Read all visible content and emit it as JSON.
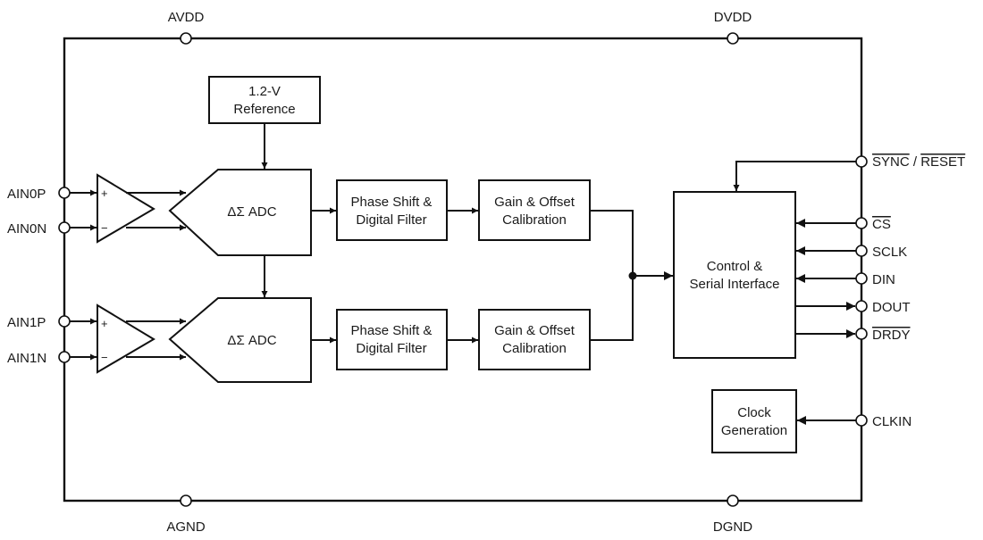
{
  "pins": {
    "avdd": "AVDD",
    "dvdd": "DVDD",
    "agnd": "AGND",
    "dgnd": "DGND",
    "ain0p": "AIN0P",
    "ain0n": "AIN0N",
    "ain1p": "AIN1P",
    "ain1n": "AIN1N",
    "sync": "SYNC",
    "sync_sep": " / ",
    "reset": "RESET",
    "cs": "CS",
    "sclk": "SCLK",
    "din": "DIN",
    "dout": "DOUT",
    "drdy": "DRDY",
    "clkin": "CLKIN"
  },
  "blocks": {
    "reference": {
      "line1": "1.2-V",
      "line2": "Reference"
    },
    "adc": "ΔΣ ADC",
    "filter": {
      "line1": "Phase Shift &",
      "line2": "Digital Filter"
    },
    "calibration": {
      "line1": "Gain & Offset",
      "line2": "Calibration"
    },
    "control": {
      "line1": "Control &",
      "line2": "Serial Interface"
    },
    "clock": {
      "line1": "Clock",
      "line2": "Generation"
    },
    "amp_plus": "+",
    "amp_minus": "−"
  }
}
